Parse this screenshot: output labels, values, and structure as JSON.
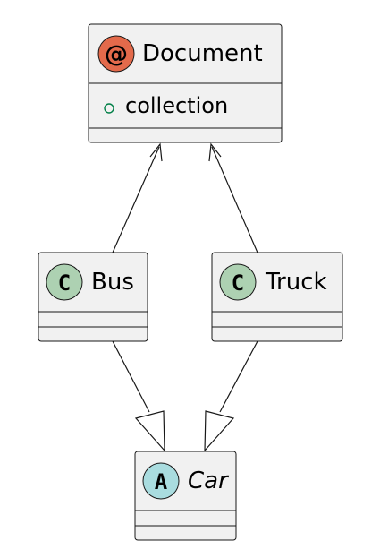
{
  "diagram": {
    "classes": {
      "document": {
        "name": "Document",
        "stereotype_letter": "@",
        "badge_color": "#E36A4B",
        "members": [
          {
            "visibility": "public",
            "name": "collection"
          }
        ]
      },
      "bus": {
        "name": "Bus",
        "stereotype_letter": "C",
        "badge_color": "#ADD1B2"
      },
      "truck": {
        "name": "Truck",
        "stereotype_letter": "C",
        "badge_color": "#ADD1B2"
      },
      "car": {
        "name": "Car",
        "stereotype_letter": "A",
        "badge_color": "#A9DCDF",
        "abstract": true
      }
    },
    "relations": [
      {
        "from": "Bus",
        "to": "Document",
        "kind": "association"
      },
      {
        "from": "Truck",
        "to": "Document",
        "kind": "association"
      },
      {
        "from": "Bus",
        "to": "Car",
        "kind": "generalization"
      },
      {
        "from": "Truck",
        "to": "Car",
        "kind": "generalization"
      }
    ],
    "colors": {
      "box_fill": "#F1F1F1",
      "border": "#181818",
      "visibility_public": "#038048"
    }
  }
}
